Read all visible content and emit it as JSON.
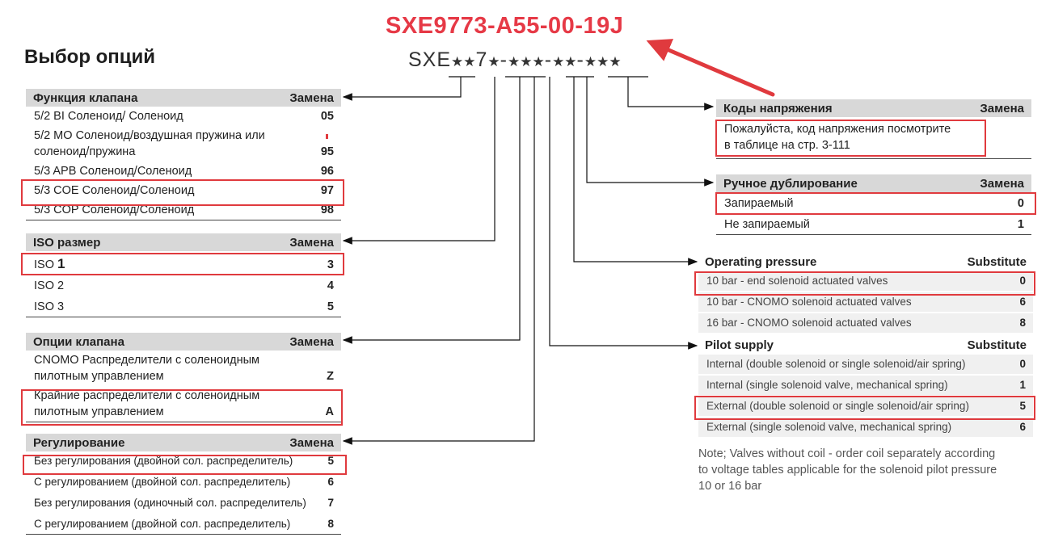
{
  "page_title": "Выбор опций",
  "model_code": "SXE9773-A55-00-19J",
  "pattern": {
    "prefix": "SXE",
    "digit": "7",
    "dash": "-"
  },
  "valve_function": {
    "header": "Функция клапана",
    "col": "Замена",
    "rows": [
      {
        "label": "5/2 BI Соленоид/ Соленоид",
        "value": "05"
      },
      {
        "label": "5/2 MO Соленоид/воздушная пружина или",
        "label2": "соленоид/пружина",
        "value": "95"
      },
      {
        "label": "5/3 APB Соленоид/Соленоид",
        "value": "96"
      },
      {
        "label": "5/3 COE Соленоид/Соленоид",
        "value": "97"
      },
      {
        "label": "5/3 COP Соленоид/Соленоид",
        "value": "98"
      }
    ]
  },
  "iso_size": {
    "header": "ISO размер",
    "col": "Замена",
    "rows": [
      {
        "label": "ISO",
        "label_suffix": "1",
        "value": "3"
      },
      {
        "label": "ISO 2",
        "value": "4"
      },
      {
        "label": "ISO 3",
        "value": "5"
      }
    ]
  },
  "valve_options": {
    "header": "Опции клапана",
    "col": "Замена",
    "rows": [
      {
        "label": "CNOMO Распределители с соленоидным",
        "label2": "пилотным управлением",
        "value": "Z"
      },
      {
        "label": "Крайние распределители с соленоидным",
        "label2": "пилотным управлением",
        "value": "A"
      }
    ]
  },
  "regulation": {
    "header": "Регулирование",
    "col": "Замена",
    "rows": [
      {
        "label": "Без регулирования (двойной сол. распределитель)",
        "value": "5"
      },
      {
        "label": "С регулированием (двойной сол. распределитель)",
        "value": "6"
      },
      {
        "label": "Без регулирования (одиночный сол. распределитель)",
        "value": "7"
      },
      {
        "label": "С регулированием (двойной сол. распределитель)",
        "value": "8"
      }
    ]
  },
  "voltage_codes": {
    "header": "Коды напряжения",
    "col": "Замена",
    "text1": "Пожалуйста, код напряжения посмотрите",
    "text2": "в таблице на стр. 3-111"
  },
  "manual_override": {
    "header": "Ручное дублирование",
    "col": "Замена",
    "rows": [
      {
        "label": "Запираемый",
        "value": "0"
      },
      {
        "label": "Не запираемый",
        "value": "1"
      }
    ]
  },
  "operating_pressure": {
    "header": "Operating pressure",
    "col": "Substitute",
    "rows": [
      {
        "label": "10 bar - end solenoid actuated valves",
        "value": "0"
      },
      {
        "label": "10 bar - CNOMO solenoid actuated valves",
        "value": "6"
      },
      {
        "label": "16 bar - CNOMO solenoid actuated valves",
        "value": "8"
      }
    ]
  },
  "pilot_supply": {
    "header": "Pilot supply",
    "col": "Substitute",
    "rows": [
      {
        "label": "Internal (double solenoid or single solenoid/air spring)",
        "value": "0"
      },
      {
        "label": "Internal (single solenoid valve, mechanical spring)",
        "value": "1"
      },
      {
        "label": "External (double solenoid or single solenoid/air spring)",
        "value": "5"
      },
      {
        "label": "External (single solenoid valve, mechanical spring)",
        "value": "6"
      }
    ]
  },
  "note": {
    "line1": "Note; Valves without coil - order coil separately according",
    "line2": "to voltage tables applicable for the solenoid pilot pressure",
    "line3": "10 or 16 bar"
  },
  "colors": {
    "highlight": "#e03a3e",
    "header_bg": "#d8d8d8",
    "code_red": "#e63946"
  }
}
